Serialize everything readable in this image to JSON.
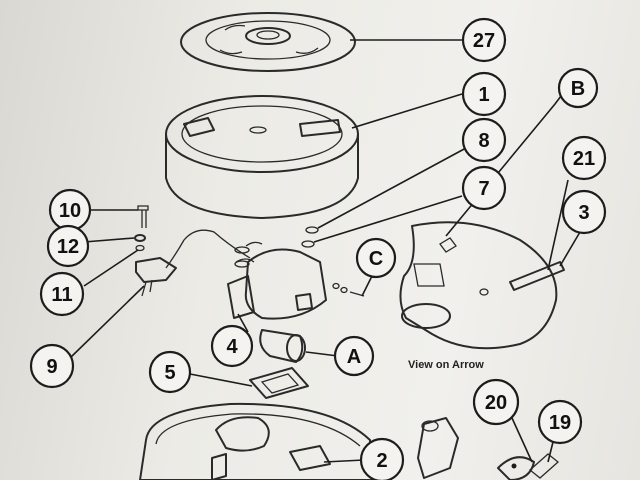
{
  "callouts": [
    {
      "id": "27",
      "label": "27"
    },
    {
      "id": "1",
      "label": "1"
    },
    {
      "id": "B",
      "label": "B"
    },
    {
      "id": "8",
      "label": "8"
    },
    {
      "id": "21",
      "label": "21"
    },
    {
      "id": "7",
      "label": "7"
    },
    {
      "id": "3",
      "label": "3"
    },
    {
      "id": "10",
      "label": "10"
    },
    {
      "id": "12",
      "label": "12"
    },
    {
      "id": "C",
      "label": "C"
    },
    {
      "id": "11",
      "label": "11"
    },
    {
      "id": "4",
      "label": "4"
    },
    {
      "id": "A",
      "label": "A"
    },
    {
      "id": "9",
      "label": "9"
    },
    {
      "id": "5",
      "label": "5"
    },
    {
      "id": "20",
      "label": "20"
    },
    {
      "id": "19",
      "label": "19"
    },
    {
      "id": "2",
      "label": "2"
    }
  ],
  "caption": "View on Arrow"
}
